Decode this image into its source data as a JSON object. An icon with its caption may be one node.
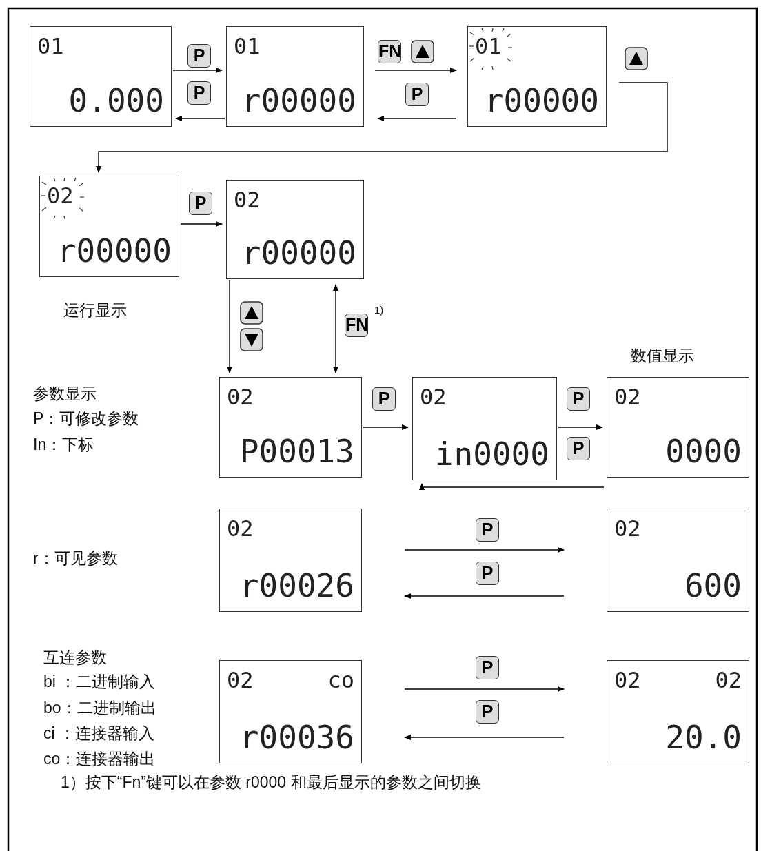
{
  "diagram": {
    "nodes": [
      {
        "text": [
          "01",
          "0.000"
        ]
      },
      {
        "text": [
          "01",
          "r00000"
        ]
      },
      {
        "text": [
          "01",
          "r00000"
        ]
      },
      {
        "text": [
          "02",
          "r00000"
        ]
      },
      {
        "text": [
          "02",
          "r00000"
        ]
      },
      {
        "text": [
          "02",
          "P00013"
        ]
      },
      {
        "text": [
          "02",
          "in0000"
        ]
      },
      {
        "text": [
          "02",
          "0000"
        ],
        "beside": [
          "数值显示"
        ]
      },
      {
        "text": [
          "02",
          "r00026"
        ]
      },
      {
        "text": [
          "02",
          "600"
        ]
      },
      {
        "text": [
          "02",
          "co",
          "r00036"
        ]
      },
      {
        "text": [
          "02",
          "02",
          "20.0"
        ]
      }
    ],
    "edges": [
      {
        "from": 0,
        "to": 1,
        "arrow": "to",
        "label": "P"
      },
      {
        "from": 1,
        "to": 0,
        "arrow": "to",
        "label": "P"
      },
      {
        "from": 1,
        "to": 2,
        "arrow": "to",
        "label": "FN"
      },
      {
        "from": 2,
        "to": 1,
        "arrow": "to",
        "label": "P"
      },
      {
        "from": 2,
        "to": 3,
        "arrow": "to"
      },
      {
        "from": 3,
        "to": 4,
        "arrow": "to",
        "label": "P"
      },
      {
        "from": 4,
        "to": 5,
        "arrow": "to"
      },
      {
        "from": 4,
        "to": 5,
        "arrow": "both",
        "label": "FN"
      },
      {
        "from": 5,
        "to": 6,
        "arrow": "to",
        "label": "P"
      },
      {
        "from": 6,
        "to": 7,
        "arrow": "to",
        "label": "P"
      },
      {
        "from": 7,
        "to": 6,
        "arrow": "to",
        "label": "P"
      },
      {
        "from": 8,
        "to": 9,
        "arrow": "to",
        "label": "P"
      },
      {
        "from": 9,
        "to": 8,
        "arrow": "to",
        "label": "P"
      },
      {
        "from": 10,
        "to": 11,
        "arrow": "to",
        "label": "P"
      },
      {
        "from": 11,
        "to": 10,
        "arrow": "to",
        "label": "P"
      }
    ],
    "labels": [
      "1)",
      "运行显示",
      "参数显示",
      "P：可修改参数",
      "In：下标",
      "r：可见参数",
      "互连参数",
      "bi ：二进制输入",
      "bo：二进制输出",
      "ci ：连接器输入",
      "co：连接器输出",
      "1）按下“Fn”键可以在参数 r0000 和最后显示的参数之间切换"
    ]
  }
}
